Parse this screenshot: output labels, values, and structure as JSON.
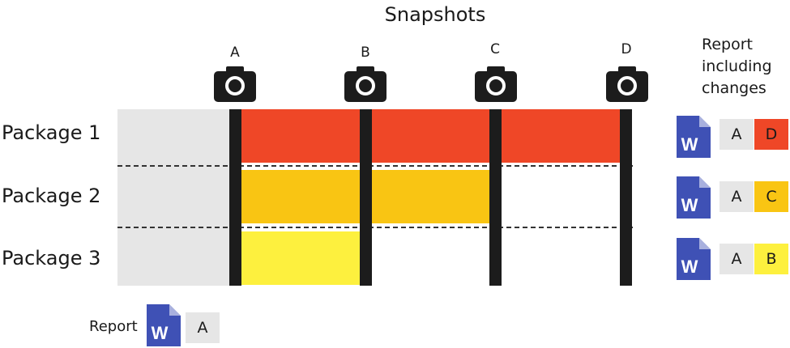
{
  "title": "Snapshots",
  "snapshots": [
    "A",
    "B",
    "C",
    "D"
  ],
  "packages": [
    {
      "label": "Package 1",
      "color": "#ef4727",
      "until": "D"
    },
    {
      "label": "Package 2",
      "color": "#f9c513",
      "until": "C"
    },
    {
      "label": "Package 3",
      "color": "#fdf03e",
      "until": "B"
    }
  ],
  "report_header": [
    "Report",
    "including",
    "changes"
  ],
  "report_rows": [
    {
      "base": "A",
      "change": "D",
      "change_color": "#ef4727"
    },
    {
      "base": "A",
      "change": "C",
      "change_color": "#f9c513"
    },
    {
      "base": "A",
      "change": "B",
      "change_color": "#fdf03e"
    }
  ],
  "bottom_report": {
    "label": "Report",
    "base": "A"
  },
  "icons": {
    "camera": "camera-icon",
    "document": "word-document-icon"
  },
  "colors": {
    "neutral_box": "#e6e6e6",
    "doc_blue": "#3f51b5",
    "line": "#1c1c1c"
  }
}
